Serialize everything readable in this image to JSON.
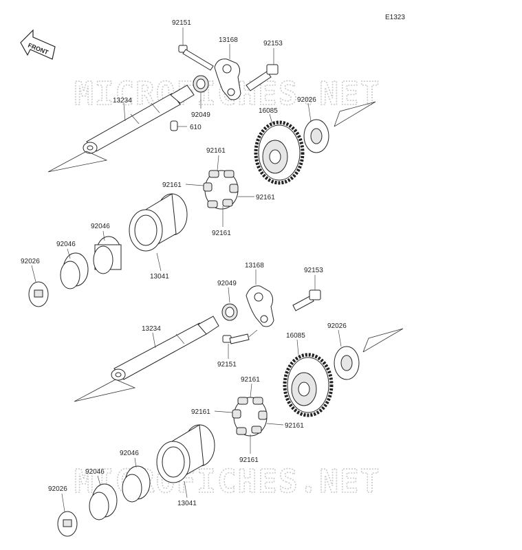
{
  "diagram_code": "E1323",
  "front_badge": "FRONT",
  "watermark": "MICROFICHES.NET",
  "labels": {
    "p92151_top": "92151",
    "p13168_top": "13168",
    "p92153_top": "92153",
    "p13234_top": "13234",
    "p92049_top": "92049",
    "p610": "610",
    "p16085_top": "16085",
    "p92026_top_r": "92026",
    "p92161_a": "92161",
    "p92161_b": "92161",
    "p92161_c": "92161",
    "p92161_d": "92161",
    "p92046_a": "92046",
    "p92046_b": "92046",
    "p92026_top_l": "92026",
    "p13041_top": "13041",
    "p13168_bot": "13168",
    "p92049_bot": "92049",
    "p92153_bot": "92153",
    "p13234_bot": "13234",
    "p16085_bot": "16085",
    "p92026_bot_r": "92026",
    "p92151_bot": "92151",
    "p92161_e": "92161",
    "p92161_f": "92161",
    "p92161_g": "92161",
    "p92161_h": "92161",
    "p92046_c": "92046",
    "p92046_d": "92046",
    "p92026_bot_l": "92026",
    "p13041_bot": "13041"
  }
}
